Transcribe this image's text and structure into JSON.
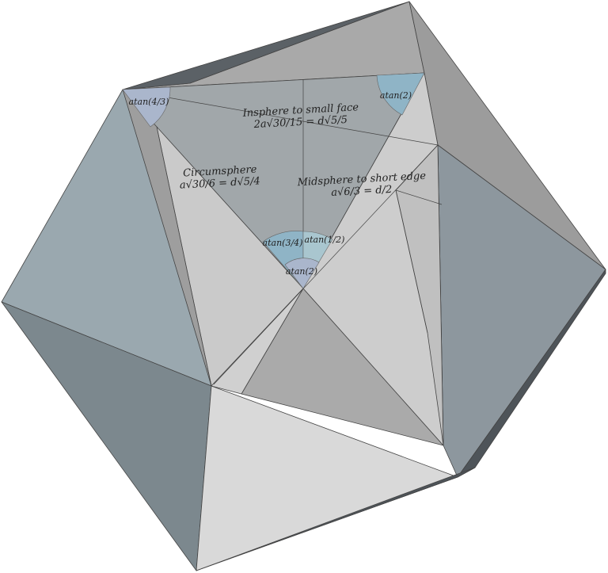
{
  "labels": {
    "insphere_title": "Insphere to small face",
    "insphere_formula": "2a√30/15 = d√5/5",
    "circumsphere_title": "Circumsphere",
    "circumsphere_formula": "a√30/6 = d√5/4",
    "midsphere_title": "Midsphere to short edge",
    "midsphere_formula": "a√6/3 = d/2"
  },
  "angles": {
    "top_left": "atan(4/3)",
    "top_right": "atan(2)",
    "center_left": "atan(3/4)",
    "center_right": "atan(1/2)",
    "center_bottom": "atan(2)"
  },
  "colors": {
    "angle_blue": "#8fb4c6",
    "angle_lightblue": "#a9c6cf",
    "angle_lavender": "#aab6cc"
  }
}
